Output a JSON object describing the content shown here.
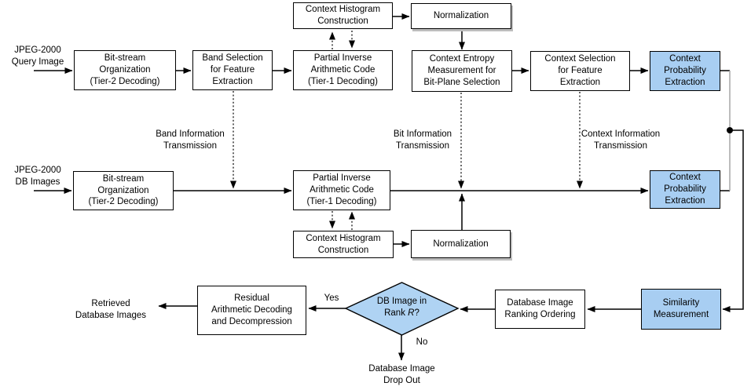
{
  "colors": {
    "node_fill_blue": "#A8CEF2",
    "decision_fill_blue": "#AFD3F3",
    "connector_gray": "#ABABAB",
    "line_color": "#000000"
  },
  "inputs": {
    "query": "JPEG-2000\nQuery Image",
    "database": "JPEG-2000\nDB Images"
  },
  "nodes": {
    "bitstream_query": {
      "label": "Bit-stream\nOrganization\n(Tier-2 Decoding)"
    },
    "band_selection": {
      "label": "Band Selection\nfor Feature\nExtraction"
    },
    "context_hist_query": {
      "label": "Context Histogram\nConstruction"
    },
    "normalization_query": {
      "label": "Normalization"
    },
    "partial_inverse_query": {
      "label": "Partial Inverse\nArithmetic Code\n(Tier-1 Decoding)"
    },
    "context_entropy": {
      "label": "Context Entropy\nMeasurement for\nBit-Plane Selection"
    },
    "context_selection": {
      "label": "Context Selection\nfor Feature\nExtraction"
    },
    "context_prob_query": {
      "label": "Context\nProbability\nExtraction"
    },
    "bitstream_db": {
      "label": "Bit-stream\nOrganization\n(Tier-2 Decoding)"
    },
    "partial_inverse_db": {
      "label": "Partial Inverse\nArithmetic Code\n(Tier-1 Decoding)"
    },
    "context_hist_db": {
      "label": "Context Histogram\nConstruction"
    },
    "normalization_db": {
      "label": "Normalization"
    },
    "context_prob_db": {
      "label": "Context\nProbability\nExtraction"
    },
    "similarity": {
      "label": "Similarity\nMeasurement"
    },
    "ranking": {
      "label": "Database Image\nRanking Ordering"
    },
    "residual": {
      "label": "Residual\nArithmetic Decoding\nand Decompression"
    }
  },
  "decision": {
    "line1": "DB Image in",
    "line2_prefix": "Rank ",
    "line2_var": "R",
    "line2_suffix": "?",
    "yes": "Yes",
    "no": "No"
  },
  "edge_labels": {
    "band_info": "Band Information\nTransmission",
    "bit_info": "Bit Information\nTransmission",
    "context_info": "Context Information\nTransmission"
  },
  "outputs": {
    "retrieved": "Retrieved\nDatabase Images",
    "drop_out": "Database Image\nDrop Out"
  }
}
